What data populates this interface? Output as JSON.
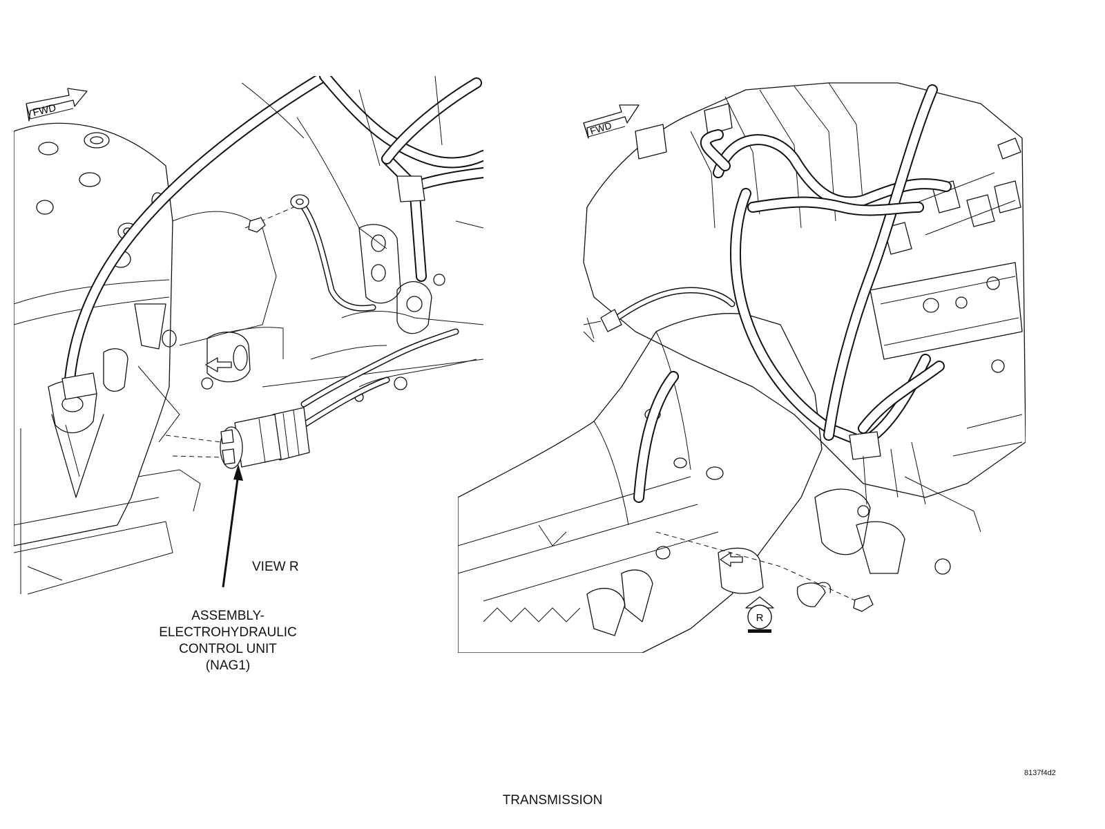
{
  "figure": {
    "title": "TRANSMISSION",
    "figure_id": "8137f4d2"
  },
  "left_view": {
    "orientation_arrow": "FWD",
    "view_label": "VIEW R",
    "callout": {
      "lines": [
        "ASSEMBLY-",
        "ELECTROHYDRAULIC",
        "CONTROL UNIT",
        "(NAG1)"
      ]
    }
  },
  "right_view": {
    "orientation_arrow": "FWD",
    "view_marker": "R"
  }
}
